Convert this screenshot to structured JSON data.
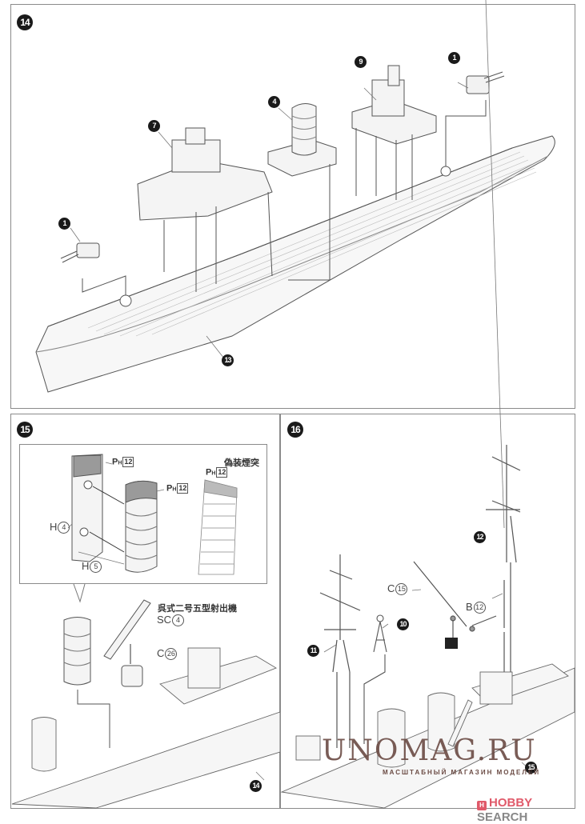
{
  "steps": [
    {
      "number": "14",
      "parts": [
        {
          "badge": "1",
          "desc": "gun turret fore"
        },
        {
          "badge": "7",
          "desc": "bridge superstructure"
        },
        {
          "badge": "4",
          "desc": "funnel deck"
        },
        {
          "badge": "9",
          "desc": "aft superstructure"
        },
        {
          "badge": "1",
          "desc": "gun turret aft"
        },
        {
          "badge": "13",
          "desc": "hull"
        }
      ]
    },
    {
      "number": "15",
      "parts": [
        {
          "label": "H",
          "num": "4"
        },
        {
          "label": "H",
          "num": "5"
        },
        {
          "label": "SC",
          "num": "4"
        },
        {
          "label": "C",
          "num": "26"
        },
        {
          "badge": "14"
        }
      ],
      "paint": [
        {
          "code": "PH",
          "num": "12"
        },
        {
          "code": "PH",
          "num": "12"
        },
        {
          "code": "PH",
          "num": "12"
        }
      ],
      "dummy_funnel_title": "偽装煙突",
      "catapult_title": "呉式二号五型射出機"
    },
    {
      "number": "16",
      "parts": [
        {
          "badge": "11"
        },
        {
          "badge": "10"
        },
        {
          "badge": "12"
        },
        {
          "label": "C",
          "num": "15"
        },
        {
          "label": "B",
          "num": "12"
        },
        {
          "badge": "15"
        }
      ]
    }
  ],
  "watermark": {
    "main": "UNOMAG.RU",
    "sub": "МАСШТАБНЫЙ МАГАЗИН МОДЕЛЕЙ"
  },
  "credit": {
    "logo": "H",
    "brand": "HOBBY",
    "rest": " SEARCH"
  }
}
